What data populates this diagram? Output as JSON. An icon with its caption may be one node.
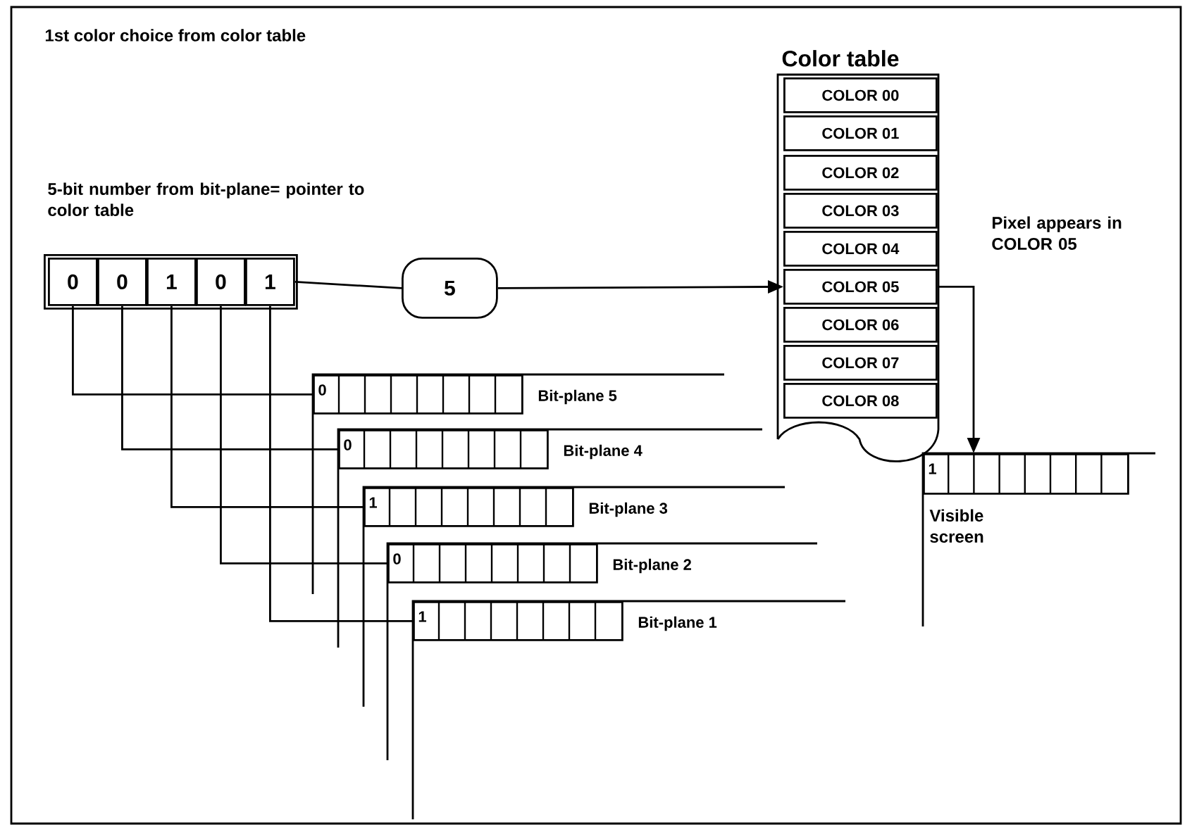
{
  "diagram": {
    "title": "1st color choice from color table",
    "nodes": [
      {
        "text": [
          "5-bit number from bit-plane= pointer to color table"
        ]
      },
      {
        "text": [
          "0"
        ],
        "in": 0
      },
      {
        "text": [
          "0"
        ],
        "in": 0
      },
      {
        "text": [
          "1"
        ],
        "in": 0
      },
      {
        "text": [
          "0"
        ],
        "in": 0
      },
      {
        "text": [
          "1"
        ],
        "in": 0
      },
      {
        "text": [
          "5"
        ]
      },
      {
        "text": [
          "Color table"
        ]
      },
      {
        "text": [
          "COLOR 00"
        ],
        "in": 7
      },
      {
        "text": [
          "COLOR 01"
        ],
        "in": 7
      },
      {
        "text": [
          "COLOR 02"
        ],
        "in": 7
      },
      {
        "text": [
          "COLOR 03"
        ],
        "in": 7
      },
      {
        "text": [
          "COLOR 04"
        ],
        "in": 7
      },
      {
        "text": [
          "COLOR 05"
        ],
        "in": 7
      },
      {
        "text": [
          "COLOR 06"
        ],
        "in": 7
      },
      {
        "text": [
          "COLOR 07"
        ],
        "in": 7
      },
      {
        "text": [
          "COLOR 08"
        ],
        "in": 7
      },
      {
        "text": [
          "0",
          "Bit-plane 5"
        ]
      },
      {
        "text": [
          "0",
          "Bit-plane 4"
        ]
      },
      {
        "text": [
          "1",
          "Bit-plane 3"
        ]
      },
      {
        "text": [
          "0",
          "Bit-plane 2"
        ]
      },
      {
        "text": [
          "1",
          "Bit-plane 1"
        ]
      },
      {
        "text": [
          "1",
          "Visible screen"
        ]
      }
    ],
    "edges": [
      {
        "from": 5,
        "to": 6,
        "arrow": "none"
      },
      {
        "from": 6,
        "to": 13,
        "arrow": "to"
      },
      {
        "from": 13,
        "to": 22,
        "arrow": "to",
        "label": "Pixel appears in COLOR 05"
      },
      {
        "from": 1,
        "to": 17,
        "arrow": "none"
      },
      {
        "from": 2,
        "to": 18,
        "arrow": "none"
      },
      {
        "from": 3,
        "to": 19,
        "arrow": "none"
      },
      {
        "from": 4,
        "to": 20,
        "arrow": "none"
      },
      {
        "from": 5,
        "to": 21,
        "arrow": "none"
      }
    ]
  }
}
